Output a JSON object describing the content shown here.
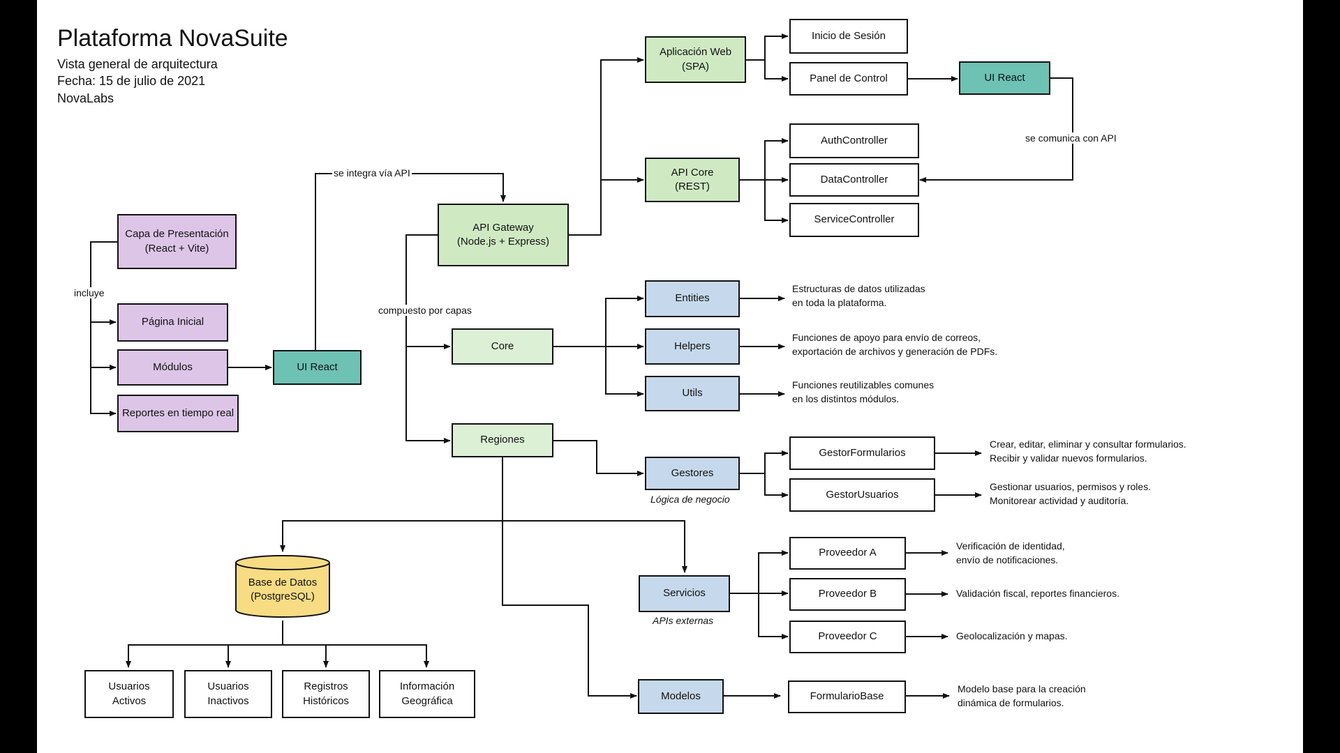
{
  "header": {
    "title": "Plataforma NovaSuite",
    "subtitle": "Vista general de arquitectura",
    "date": "Fecha: 15 de julio de 2021",
    "author": "NovaLabs"
  },
  "nodes": {
    "capa_presentacion": "Capa de Presentación\n(React + Vite)",
    "pagina_inicial": "Página Inicial",
    "modulos": "Módulos",
    "reportes": "Reportes en tiempo real",
    "ui_react_left": "UI React",
    "api_gateway": "API Gateway\n(Node.js + Express)",
    "aplicacion_web": "Aplicación Web\n(SPA)",
    "api_core": "API Core\n(REST)",
    "inicio_sesion": "Inicio de Sesión",
    "panel_control": "Panel de Control",
    "ui_react_right": "UI React",
    "auth_controller": "AuthController",
    "data_controller": "DataController",
    "service_controller": "ServiceController",
    "core": "Core",
    "entities": "Entities",
    "helpers": "Helpers",
    "utils": "Utils",
    "regiones": "Regiones",
    "gestores": "Gestores",
    "gestor_formularios": "GestorFormularios",
    "gestor_usuarios": "GestorUsuarios",
    "servicios": "Servicios",
    "proveedor_a": "Proveedor A",
    "proveedor_b": "Proveedor B",
    "proveedor_c": "Proveedor C",
    "modelos": "Modelos",
    "formulario_base": "FormularioBase",
    "base_datos": "Base de Datos\n(PostgreSQL)",
    "usuarios_activos": "Usuarios\nActivos",
    "usuarios_inactivos": "Usuarios\nInactivos",
    "registros_historicos": "Registros\nHistóricos",
    "informacion_geografica": "Información\nGeográfica"
  },
  "edge_labels": {
    "incluye": "incluye",
    "se_integra": "se integra vía API",
    "compuesto": "compuesto por capas",
    "se_comunica": "se comunica con API"
  },
  "annotations": {
    "logica_negocio": "Lógica de negocio",
    "apis_externas": "APIs externas"
  },
  "descriptions": {
    "entities": "Estructuras de datos utilizadas\nen toda la plataforma.",
    "helpers": "Funciones de apoyo para envío de correos,\nexportación de archivos y generación de PDFs.",
    "utils": "Funciones reutilizables comunes\nen los distintos módulos.",
    "gestor_formularios": "Crear, editar, eliminar y consultar formularios.\nRecibir y validar nuevos formularios.",
    "gestor_usuarios": "Gestionar usuarios, permisos y roles.\nMonitorear actividad y auditoría.",
    "proveedor_a": "Verificación de identidad,\nenvío de notificaciones.",
    "proveedor_b": "Validación fiscal, reportes financieros.",
    "proveedor_c": "Geolocalización y mapas.",
    "formulario_base": "Modelo base para la creación\ndinámica de formularios."
  },
  "colors": {
    "green": "#cfeac3",
    "purple": "#ddc5e8",
    "teal": "#6dc2b4",
    "blue": "#c6d9ec",
    "database": "#f7dc84"
  }
}
